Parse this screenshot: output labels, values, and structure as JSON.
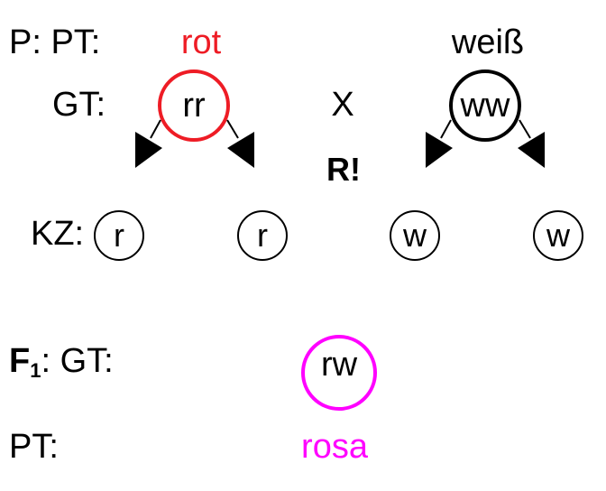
{
  "colors": {
    "red": "#ee1c25",
    "black": "#000000",
    "magenta": "#ff00ff"
  },
  "parental": {
    "pt_label": "P: PT:",
    "gt_label": "GT:",
    "cross_symbol": "X",
    "meiosis_label": "R!",
    "left": {
      "phenotype": "rot",
      "genotype": "rr",
      "color_key": "red"
    },
    "right": {
      "phenotype": "weiß",
      "genotype": "ww",
      "color_key": "black"
    }
  },
  "gametes": {
    "label": "KZ:",
    "items": [
      "r",
      "r",
      "w",
      "w"
    ]
  },
  "f1": {
    "label_main": "F",
    "label_sub": "1",
    "label_rest": ": GT:",
    "genotype": "rw",
    "pt_label": "PT:",
    "phenotype": "rosa",
    "color_key": "magenta"
  }
}
